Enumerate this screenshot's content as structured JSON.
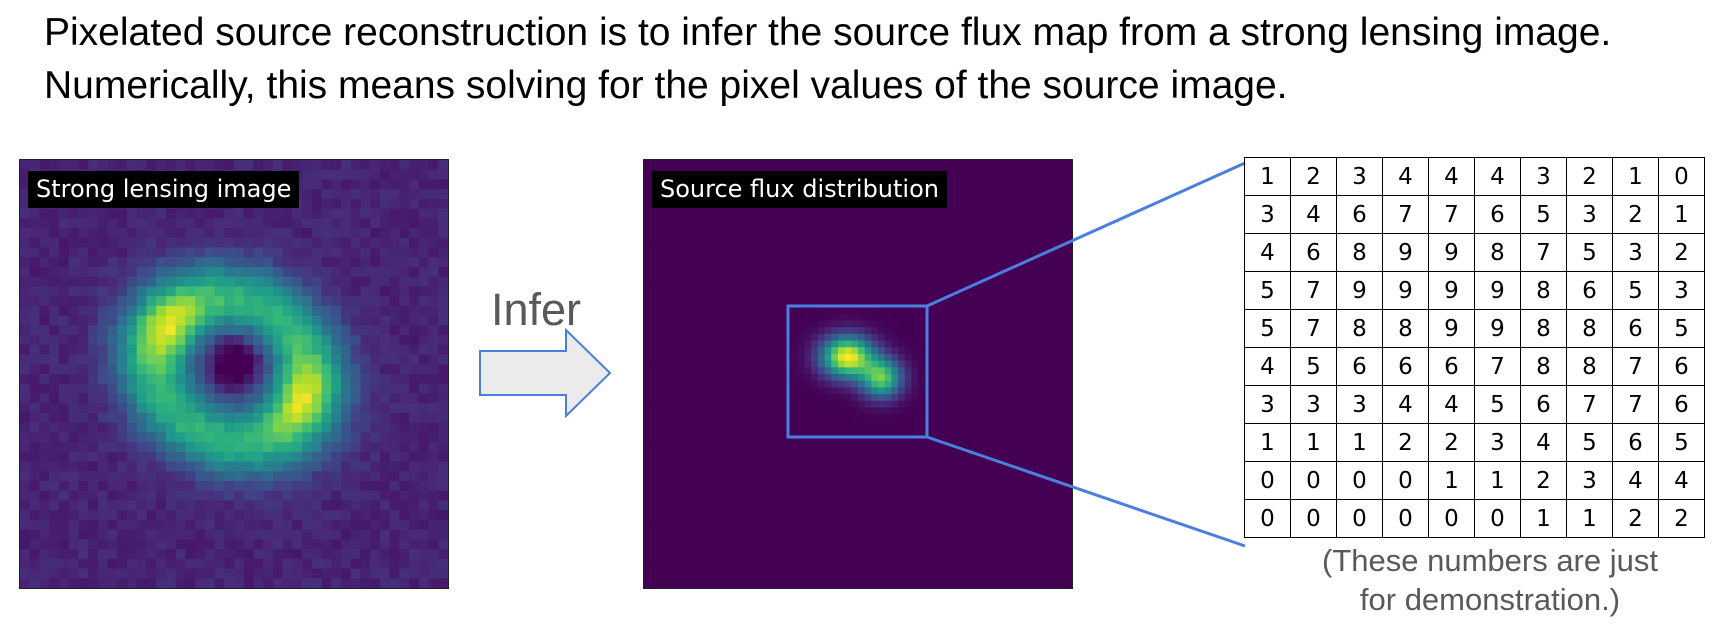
{
  "headline": "Pixelated source reconstruction is to infer the source flux map from a strong lensing image. Numerically, this means solving for the pixel values of the source image.",
  "panels": {
    "lensing_label": "Strong lensing image",
    "source_label": "Source flux distribution"
  },
  "infer_label": "Infer",
  "colors": {
    "panel_bg": "#440154",
    "zoom_lines": "#4a7fe0",
    "arrow_stroke": "#4a7fe0",
    "arrow_fill": "#ebebeb",
    "colormap": "viridis"
  },
  "icons": {
    "arrow": "right-arrow-icon"
  },
  "pixel_grid": [
    [
      1,
      2,
      3,
      4,
      4,
      4,
      3,
      2,
      1,
      0
    ],
    [
      3,
      4,
      6,
      7,
      7,
      6,
      5,
      3,
      2,
      1
    ],
    [
      4,
      6,
      8,
      9,
      9,
      8,
      7,
      5,
      3,
      2
    ],
    [
      5,
      7,
      9,
      9,
      9,
      9,
      8,
      6,
      5,
      3
    ],
    [
      5,
      7,
      8,
      8,
      9,
      9,
      8,
      8,
      6,
      5
    ],
    [
      4,
      5,
      6,
      6,
      6,
      7,
      8,
      8,
      7,
      6
    ],
    [
      3,
      3,
      3,
      4,
      4,
      5,
      6,
      7,
      7,
      6
    ],
    [
      1,
      1,
      1,
      2,
      2,
      3,
      4,
      5,
      6,
      5
    ],
    [
      0,
      0,
      0,
      0,
      1,
      1,
      2,
      3,
      4,
      4
    ],
    [
      0,
      0,
      0,
      0,
      0,
      0,
      1,
      1,
      2,
      2
    ]
  ],
  "caption_line1": "(These numbers are just",
  "caption_line2": "for demonstration.)"
}
